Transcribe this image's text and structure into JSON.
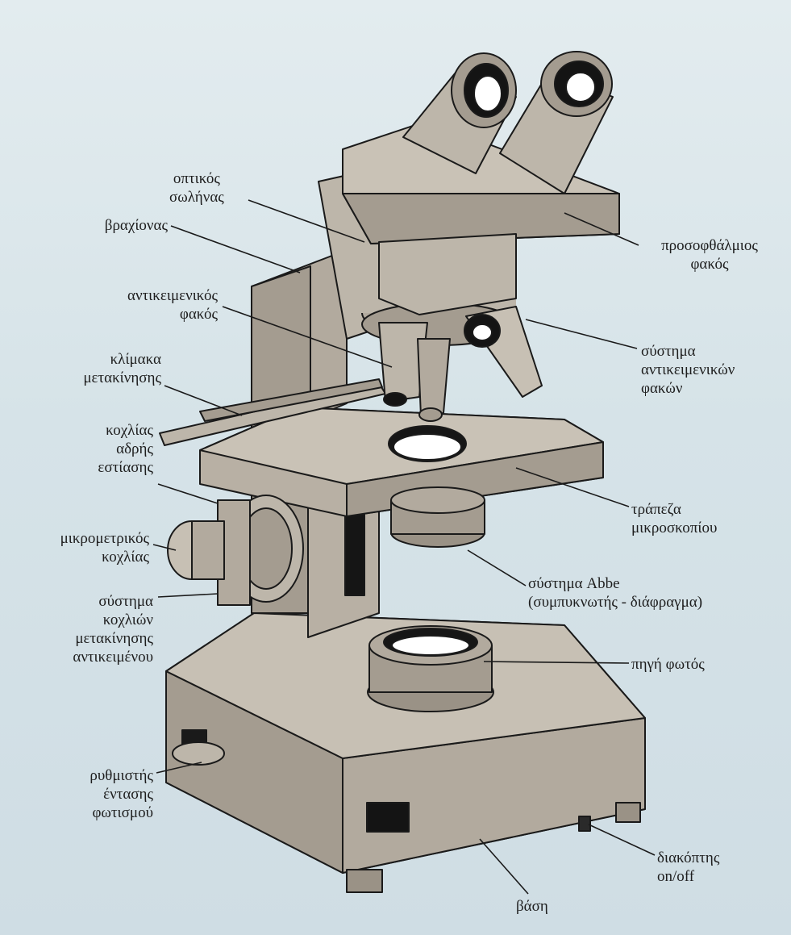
{
  "labels": {
    "optikos_svlinas": [
      "οπτικός",
      "σωλήνας"
    ],
    "vrachionas": [
      "βραχίονας"
    ],
    "antikeimenikos_fakos": [
      "αντικειμενικός",
      "φακός"
    ],
    "klimaka": [
      "κλίμακα",
      "μετακίνησης"
    ],
    "kochlias_adris": [
      "κοχλίας",
      "αδρής",
      "εστίασης"
    ],
    "mikrometrikos": [
      "μικρομετρικός",
      "κοχλίας"
    ],
    "systima_kochlion": [
      "σύστημα",
      "κοχλιών",
      "μετακίνησης",
      "αντικειμένου"
    ],
    "rythmistis": [
      "ρυθμιστής",
      "έντασης",
      "φωτισμού"
    ],
    "prosofthalmios": [
      "προσοφθάλμιος",
      "φακός"
    ],
    "systima_antikeimenikon": [
      "σύστημα",
      "αντικειμενικών",
      "φακών"
    ],
    "trapeza": [
      "τράπεζα",
      "μικροσκοπίου"
    ],
    "systima_abbe": [
      "σύστημα Abbe",
      "(συμπυκνωτής - διάφραγμα)"
    ],
    "pigi_fotos": [
      "πηγή φωτός"
    ],
    "diakoptis": [
      "διακόπτης",
      "on/off"
    ],
    "vasi": [
      "βάση"
    ]
  },
  "colors": {
    "background": "#d6e3e8",
    "body": "#b2aa9e",
    "body_light": "#c7c0b4",
    "body_dark": "#8f877b",
    "outline": "#1a1a1a"
  }
}
